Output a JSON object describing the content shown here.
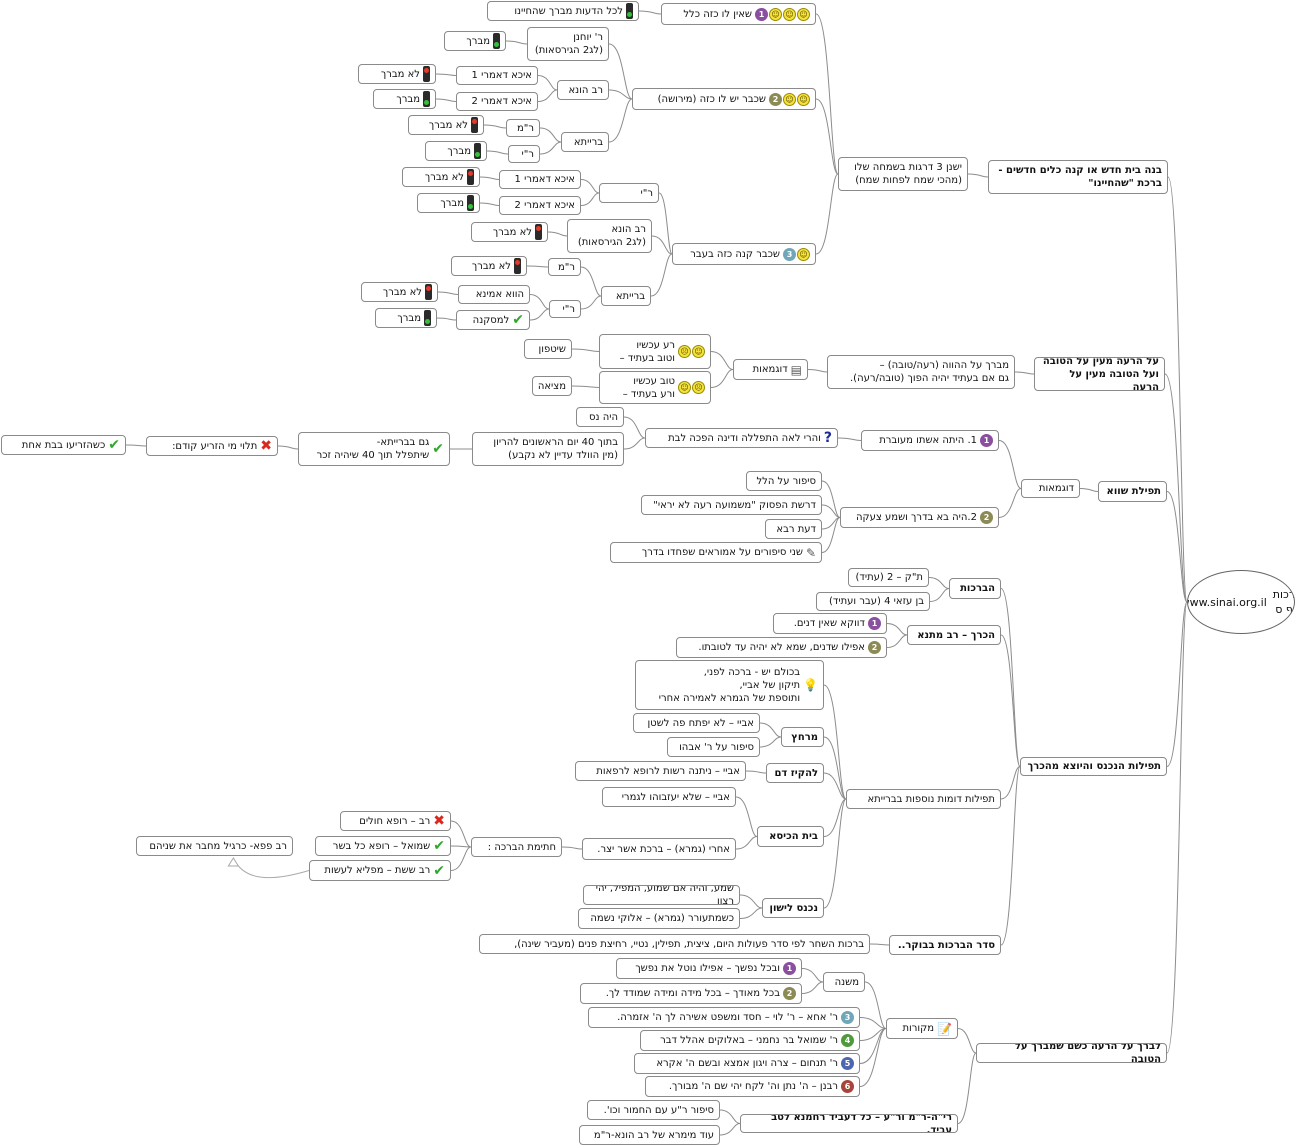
{
  "root": {
    "line1": "www.sinai.org.il",
    "line2": "ברכות דף ס"
  },
  "nodes": {
    "n_main1": "בנה בית חדש או קנה כלים חדשים -\nברכת \"שהחיינו\"",
    "n_levels": "ישנן 3 דרגות בשמחה שלו\n(מהכי שמח לפחות שמח)",
    "n_l1": "שאין לו כזה כלל",
    "n_l1a": "לכל הדעות מברך שהחיינו",
    "n_l2": "שכבר יש לו כזה (מירושה)",
    "n_ry": "ר' יוחנן\n(לג2 הגירסאות)",
    "n_ry_v": "מברך",
    "n_rh": "רב הונא",
    "n_am1": "איכא דאמרי 1",
    "n_am1_v": "לא מברך",
    "n_am2": "איכא דאמרי 2",
    "n_am2_v": "מברך",
    "n_br": "ברייתא",
    "n_rm": "ר\"מ",
    "n_rm_v": "לא מברך",
    "n_ry2": "ר\"י",
    "n_ry2_v": "מברך",
    "n_l3": "שכבר קנה כזה בעבר",
    "n3_ry": "ר\"י",
    "n3_am1": "איכא דאמרי 1",
    "n3_am1_v": "לא מברך",
    "n3_am2": "איכא דאמרי 2",
    "n3_am2_v": "מברך",
    "n3_rh": "רב הונא\n(לג2 הגירסאות)",
    "n3_rh_v": "לא מברך",
    "n3_br": "ברייתא",
    "n3_rm": "ר\"מ",
    "n3_rm_v": "לא מברך",
    "n3_hu": "הווא אמינא",
    "n3_hu_v": "לא מברך",
    "n3_ms": "למסקנה",
    "n3_ms_v": "מברך",
    "n_main2": "על הרעה מעין על הטובה\nועל הטובה מעין על הרעה",
    "n_m2a": "מברך על ההווה (רעה/טובה) –\nגם אם בעתיד יהיה הפוך (טובה/רעה).",
    "n_ex": "דוגמאות",
    "n_ex1": "רע עכשיו\nוטוב בעתיד –",
    "n_ex1v": "שיטפון",
    "n_ex2": "טוב עכשיו\nורע בעתיד –",
    "n_ex2v": "מציאה",
    "n_main3": "תפילת שווא",
    "n_ex3": "דוגמאות",
    "n_p1": "1. היתה אשתו מעוברת",
    "n_p1q": "והרי לאה התפללה ודינה הפכה לבת",
    "n_p1r": "היה נס",
    "n_p1s": "בתוך 40 יום הראשונים להריון\n(מין הוולד עדיין לא נקבע)",
    "n_p1t": "גם בברייתא-\nשיתפלל תוך 40 שיהיה זכר",
    "n_p1u": "תלוי מי הזריע קודם:",
    "n_p1w": "כשהזריעו בבת אחת",
    "n_p2": "2.היה בא בדרך ושמע צעקה",
    "n_p2a": "סיפור על הלל",
    "n_p2b": "דרשת הפסוק \"משמועה רעה לא יראי\"",
    "n_p2c": "דעת רבא",
    "n_p2d": "שני סיפורים על אמוראים שפחדו בדרך",
    "n_main4": "תפילות הנכנס והיוצא מהכרך",
    "n_brachot": "הברכות",
    "n_br1": "ת\"ק – 2 (עתיד)",
    "n_br2": "בן עזאי 4 (עבר ועתיד)",
    "n_keraj": "הכרך – רב מתנא",
    "n_k1": "דווקא שאין דנים.",
    "n_k2": "אפילו שדנים, שמא לא יהיה עד לטובתו.",
    "n_more": "תפילות דומות נוספות בברייתא",
    "n_idea": "בכולם יש - ברכה לפני,\nתיקון של אביי,\nותוספת של הגמרא לאמירה אחרי",
    "n_merchatz": "מרחץ",
    "n_mr1": "אביי – לא יפתח פה לשטן",
    "n_mr2": "סיפור על ר' אבהו",
    "n_dam": "להקיז דם",
    "n_dm1": "אביי – ניתנה רשות לרופא לרפאות",
    "n_kise": "בית הכיסא",
    "n_ks1": "אביי – שלא יעזבוהו לגמרי",
    "n_ks2": "אחרי (גמרא) – ברכת אשר יצר.",
    "n_chat": "חתימת הברכה :",
    "n_ch1": "רב – רופא חולים",
    "n_ch2": "שמואל – רופא כל בשר",
    "n_ch3": "רב ששת – מפליא לעשות",
    "n_ch4": "רב פפא- כרגיל מחבר את שניהם",
    "n_sleep": "נכנס לישון",
    "n_sl1": "שמע, והיה אם שמוע, המפיל, יהי רצון",
    "n_sl2": "כשמתעורר (גמרא) – אלוקי נשמה",
    "n_seder": "סדר הברכות בבוקר..",
    "n_sd1": "ברכות השחר לפי סדר פעולות היום, ציצית, תפילין, נטיי, רחיצת פנים (מעביר שינה),",
    "n_main5": "לברך על הרעה כשם שמברך על הטובה",
    "n_mek": "מקורות",
    "n_mishna": "משנה",
    "n_mk1": "ובכל נפשך – אפילו נוטל את נפשך",
    "n_mk2": "בכל מאודך – בכל מידה ומידה שמודד לך.",
    "n_mk3": "ר' אחא – ר' לוי – חסד ומשפט אשירה לך ה' אזמרה.",
    "n_mk4": "ר' שמואל בר נחמני – באלוקים אהלל דבר",
    "n_mk5": "ר' תנחום – צרה ויגון אמצא ובשם ה' אקרא",
    "n_mk6": "רבנן – ה' נתן וה' לקח יהי שם ה' מבורך.",
    "n_rhra": "רי\"ה-ר\"מ ור\"ע – כל דעביד רחמנא לטב עביד.",
    "n_ra1": "סיפור ר\"ע עם החמור וכו'.",
    "n_ra2": "עוד מימרא של רב הונא-ר\"מ"
  },
  "icons": {
    "smiley": "smiley-icon",
    "sad": "sad-face-icon",
    "traffic_red": "traffic-light-red-icon",
    "traffic_green": "traffic-light-green-icon",
    "check": "check-mark-icon",
    "cross": "cross-mark-icon",
    "question": "question-mark-icon",
    "list": "list-icon",
    "pencil": "pencil-icon",
    "bulb": "light-bulb-icon",
    "note": "note-icon"
  },
  "colors": {
    "edge": "#8c8c8c",
    "border": "#8a8a8a",
    "smiley": "#f4e23c",
    "red": "#e53a2a",
    "green": "#35c03a"
  }
}
